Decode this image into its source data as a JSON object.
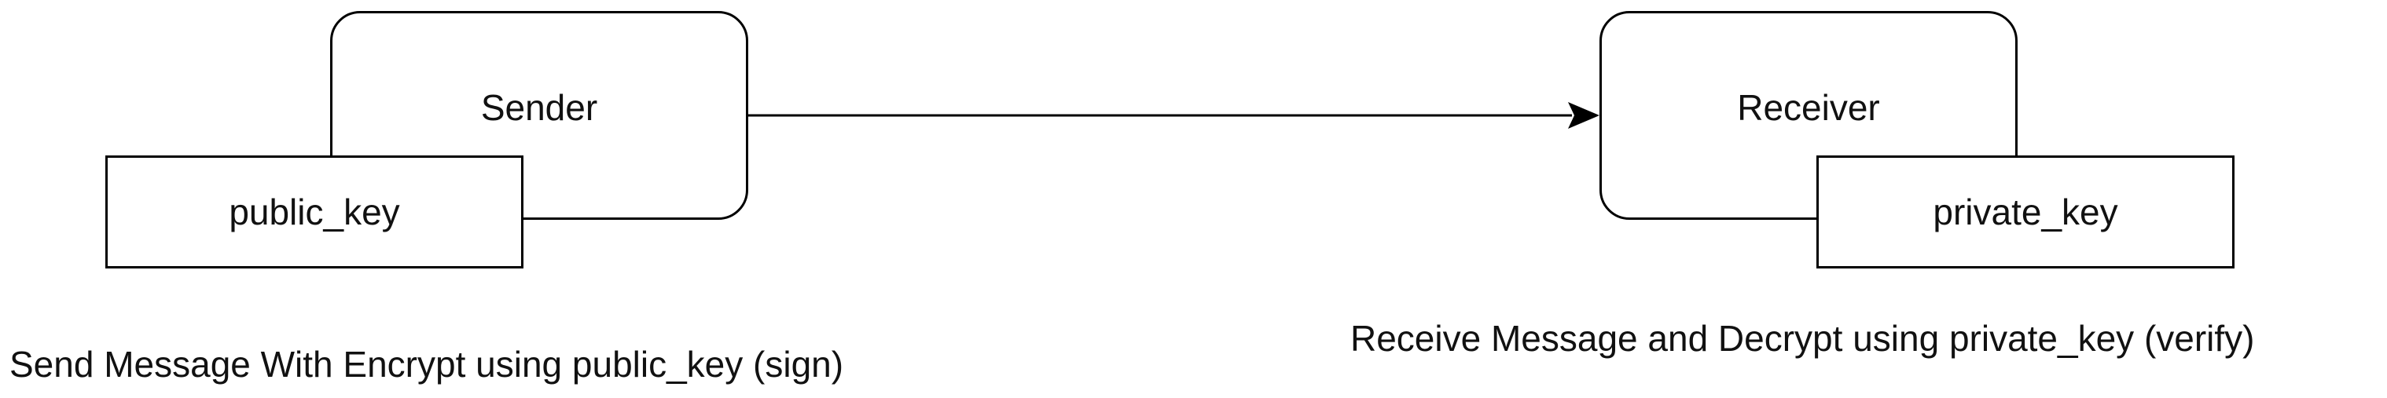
{
  "diagram": {
    "nodes": {
      "sender": "Sender",
      "public_key": "public_key",
      "receiver": "Receiver",
      "private_key": "private_key"
    },
    "captions": {
      "sender_side": "Send Message With Encrypt using public_key (sign)",
      "receiver_side": "Receive Message and Decrypt using private_key (verify)"
    },
    "edges": [
      {
        "from": "sender",
        "to": "receiver",
        "style": "solid-arrow"
      }
    ],
    "colors": {
      "stroke": "#000000",
      "fill": "#ffffff",
      "text": "#111111"
    }
  }
}
